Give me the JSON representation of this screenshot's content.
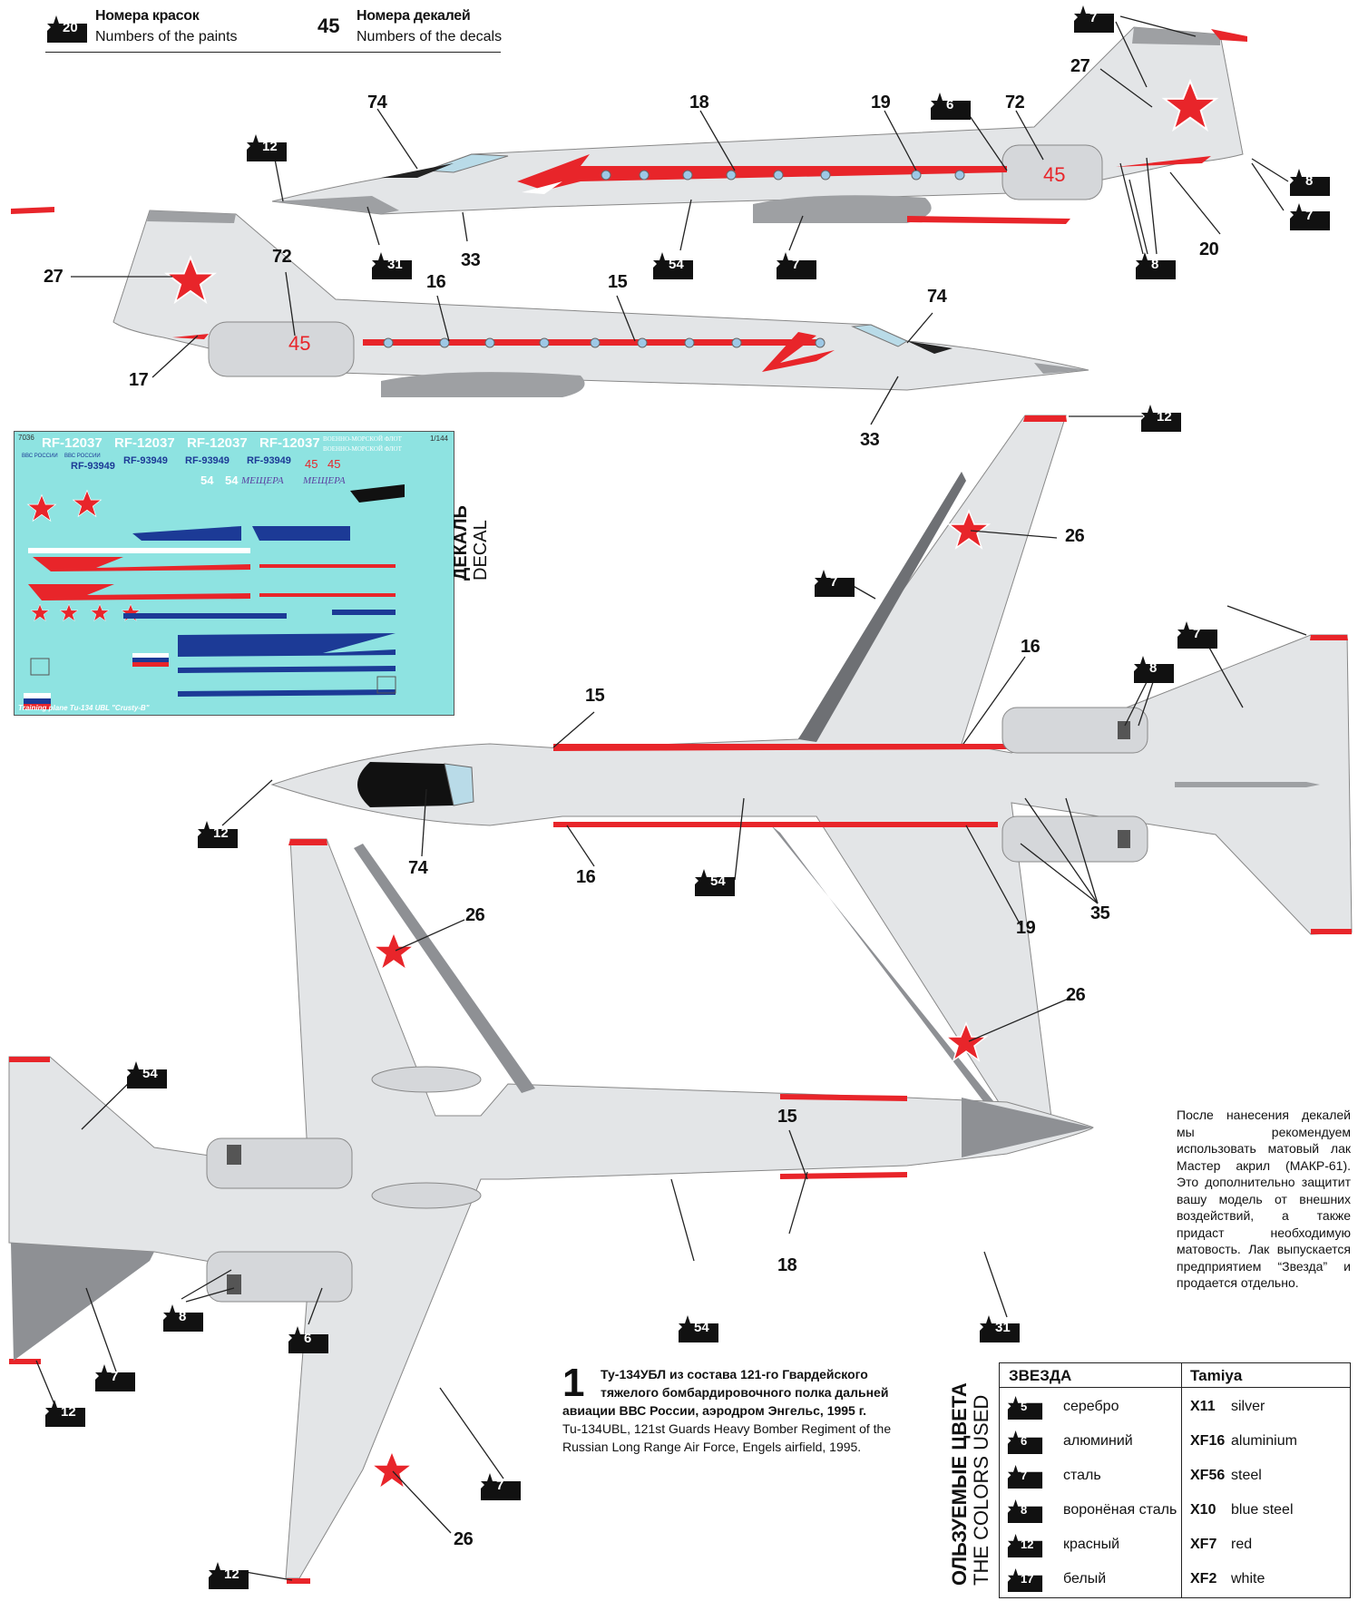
{
  "legend": {
    "paint_badge": "20",
    "paint_title": "Номера красок",
    "paint_sub": "Numbers of the paints",
    "decal_number": "45",
    "decal_title": "Номера декалей",
    "decal_sub": "Numbers of the decals"
  },
  "callouts": {
    "side1": [
      "74",
      "18",
      "19",
      "72",
      "27",
      "33",
      "20"
    ],
    "side2": [
      "72",
      "16",
      "15",
      "74",
      "27",
      "17",
      "33"
    ],
    "top": [
      "26",
      "16",
      "15",
      "74",
      "16",
      "19",
      "35",
      "26"
    ],
    "bottom": [
      "26",
      "15",
      "18",
      "26"
    ]
  },
  "paint_badges": {
    "side1": [
      "7",
      "12",
      "6",
      "8",
      "7",
      "31",
      "54",
      "7",
      "8"
    ],
    "top": [
      "7",
      "12",
      "7",
      "8",
      "12",
      "54"
    ],
    "bottom": [
      "54",
      "8",
      "6",
      "7",
      "12",
      "31",
      "54",
      "7",
      "12"
    ]
  },
  "decal_sheet": {
    "label_ru": "ДЕКАЛЬ",
    "label_en": "DECAL",
    "code": "7036",
    "scale": "1/144",
    "reg1": "RF-12037",
    "reg2": "RF-93949",
    "navy_text": "ВОЕННО-МОРСКОЙ ФЛОТ",
    "vvs_text": "ВВС РОССИИ",
    "name_text": "МЕЩЕРА",
    "num45": "45",
    "num54": "54",
    "footer": "Training plane Tu-134 UBL \"Crusty-B\""
  },
  "note": "После нанесения декалей мы рекомендуем использовать матовый лак Мастер акрил (МАКР-61). Это дополнительно защитит вашу модель от внешних воздействий, а также придаст необходимую матовость. Лак выпускается предприятием “Звезда” и продается отдельно.",
  "caption": {
    "number": "1",
    "ru_line1": "Ту-134УБЛ из состава 121-го Гвардейского",
    "ru_line2": "тяжелого бомбардировочного полка дальней",
    "ru_line3": "авиации ВВС России, аэродром Энгельс, 1995 г.",
    "en": "Tu-134UBL, 121st Guards Heavy Bomber Regiment of the Russian Long Range Air Force, Engels airfield, 1995."
  },
  "colors_used": {
    "title_ru": "ОЛЬЗУЕМЫЕ ЦВЕТА",
    "title_en": "THE COLORS USED",
    "col_zvezda": "ЗВЕЗДА",
    "col_tamiya": "Tamiya",
    "rows": [
      {
        "num": "5",
        "ru": "серебро",
        "code": "X11",
        "name": "silver"
      },
      {
        "num": "6",
        "ru": "алюминий",
        "code": "XF16",
        "name": "aluminium"
      },
      {
        "num": "7",
        "ru": "сталь",
        "code": "XF56",
        "name": "steel"
      },
      {
        "num": "8",
        "ru": "воронёная сталь",
        "code": "X10",
        "name": "blue steel"
      },
      {
        "num": "12",
        "ru": "красный",
        "code": "XF7",
        "name": "red"
      },
      {
        "num": "17",
        "ru": "белый",
        "code": "XF2",
        "name": "white"
      }
    ]
  },
  "palette": {
    "red": "#e8252a",
    "steel": "#7a7c80",
    "fuselage": "#e3e5e7",
    "decal_bg": "#8ee3e1",
    "blue": "#1c3a96"
  }
}
